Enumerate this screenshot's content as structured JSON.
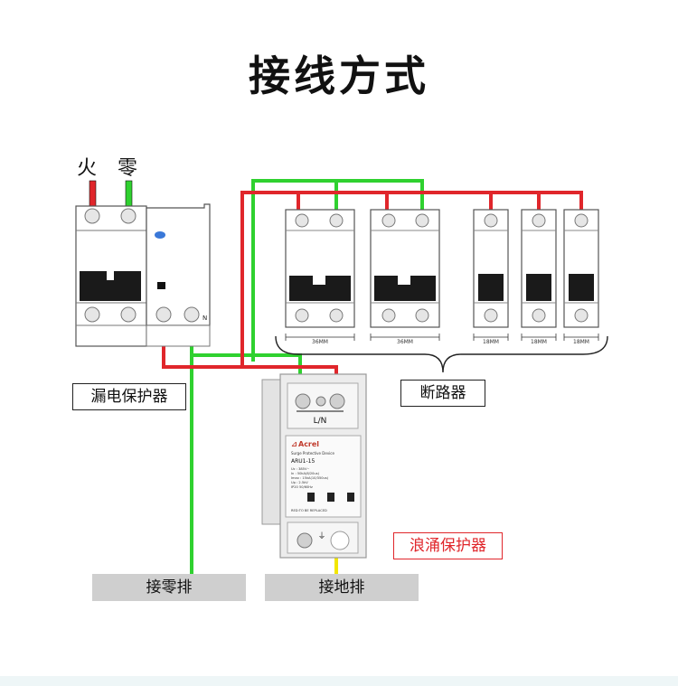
{
  "title": "接线方式",
  "labels": {
    "live": "火",
    "neutral": "零",
    "rcd": "漏电保护器",
    "breakers": "断路器",
    "spd": "浪涌保护器",
    "neutral_bar": "接零排",
    "ground_bar": "接地排"
  },
  "dimensions": {
    "d1": "36MM",
    "d2": "36MM",
    "d3": "18MM",
    "d4": "18MM",
    "d5": "18MM"
  },
  "rcd_terminal_n": "N",
  "spd": {
    "terminal": "L/N",
    "brand": "Acrel",
    "subtitle": "Surge Protective Device",
    "model": "ARU1-15",
    "specs": [
      "Uc : 385V~",
      "In : 50kA(8/20us)",
      "Imax : 15kA(10/350us)",
      "Up : 2.5kV",
      "IP20  50/60Hz"
    ],
    "replace_note": "RED:TO BE REPLACED",
    "ground_symbol": "⏚"
  },
  "colors": {
    "live_wire": "#e0262b",
    "neutral_wire": "#2fd12f",
    "ground_wire": "#f2e600"
  }
}
